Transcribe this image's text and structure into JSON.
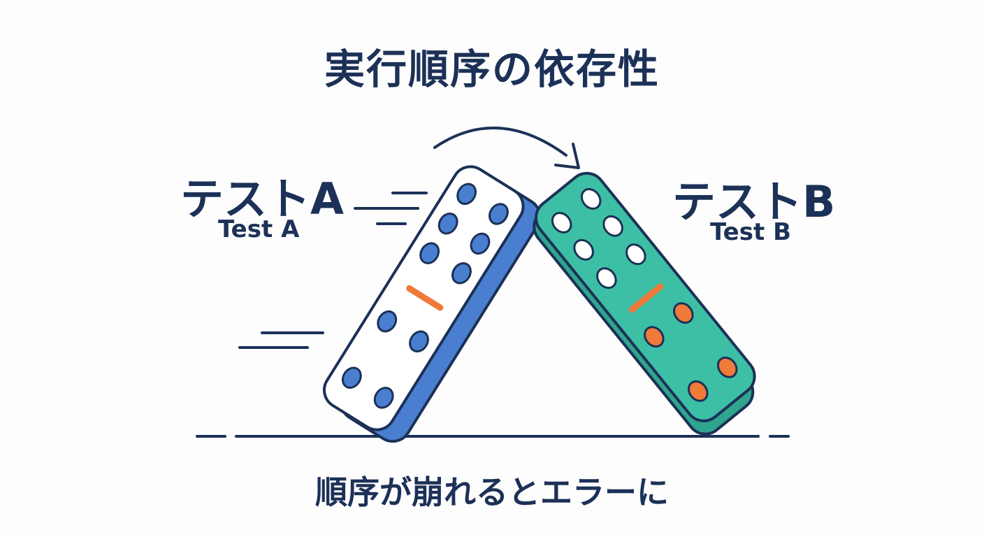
{
  "title": "実行順序の依存性",
  "test_a": {
    "label_jp": "テストA",
    "label_en": "Test A"
  },
  "test_b": {
    "label_jp": "テストB",
    "label_en": "Test B"
  },
  "caption": "順序が崩れるとエラーに",
  "colors": {
    "ink": "#1c3157",
    "domino_a_side": "#4a7fd0",
    "domino_a_pip": "#4a7fd0",
    "domino_b_body": "#3dbfa5",
    "domino_b_pip_light": "#ffffff",
    "domino_b_pip_accent": "#f07a3a",
    "divider_accent": "#f07a3a"
  },
  "icons": [
    "domino-a-icon",
    "domino-b-icon",
    "curved-arrow-icon",
    "speed-lines-icon",
    "ground-line"
  ]
}
